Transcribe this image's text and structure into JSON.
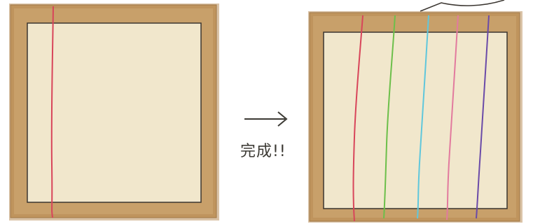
{
  "caption": "完成!!",
  "colors": {
    "frame_wood": "#c8a06a",
    "frame_wood_dark": "#b58850",
    "canvas_cream": "#f1e7cc",
    "outline": "#3a3530",
    "background": "#ffffff"
  },
  "left_strings": [
    {
      "color": "#d8455a",
      "icon": "red-string"
    }
  ],
  "right_strings": [
    {
      "color": "#d8455a",
      "icon": "red-string"
    },
    {
      "color": "#6cbf4a",
      "icon": "green-string"
    },
    {
      "color": "#5fc7dc",
      "icon": "cyan-string"
    },
    {
      "color": "#e27a9e",
      "icon": "pink-string"
    },
    {
      "color": "#6a4aa8",
      "icon": "purple-string"
    }
  ],
  "icons": {
    "arrow": "right-arrow-icon",
    "speech_bubble": "speech-bubble-tail-icon"
  }
}
